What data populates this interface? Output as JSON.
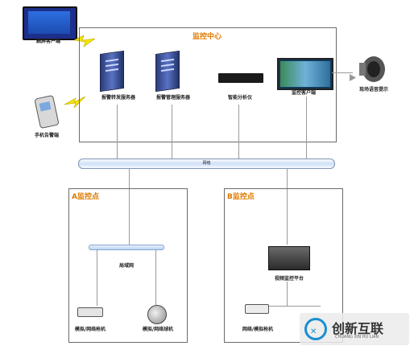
{
  "monitor_center": {
    "title": "监控中心"
  },
  "nodes": {
    "tablet_client": "触屏客户端",
    "phone_alarm": "手机告警端",
    "alarm_forward_server": "报警转发服务器",
    "alarm_manage_server": "报警管理服务器",
    "smart_analyzer": "智能分析仪",
    "monitor_client": "监控客户端",
    "speaker": "现场语音提示"
  },
  "network": {
    "label": "网络"
  },
  "site_a": {
    "title": "A监控点",
    "hub_label": "局域网",
    "camera1": "模拟/网络枪机",
    "camera2": "模拟/网络球机"
  },
  "site_b": {
    "title": "B监控点",
    "platform": "视频监控平台",
    "camera": "网络/模拟枪机"
  },
  "watermark": {
    "brand": "创新互联",
    "sub": "CHUANG XIN HU LIAN"
  },
  "colors": {
    "title": "#e07a00",
    "network": "#cfe0f7",
    "accent": "#1a8fd1"
  }
}
